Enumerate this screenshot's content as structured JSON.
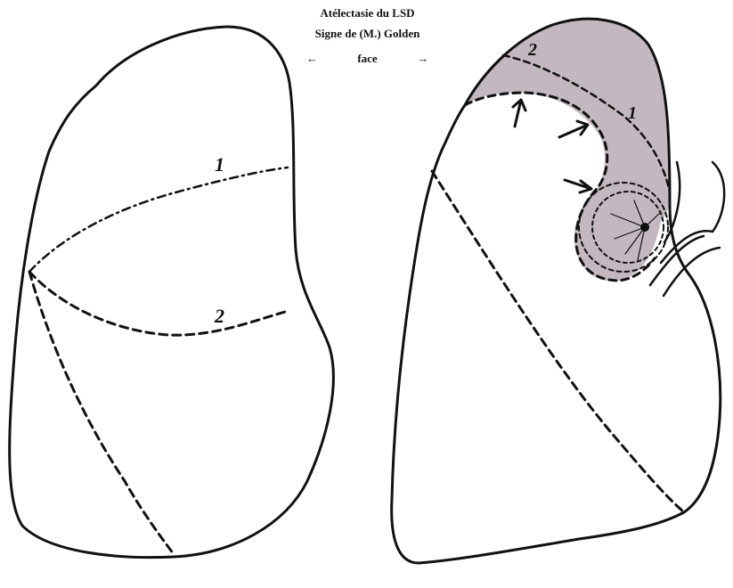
{
  "caption": {
    "line1": "Atélectasie du LSD",
    "line2": "Signe de (M.) Golden",
    "arrow_left": "←",
    "view": "face",
    "arrow_right": "→"
  },
  "left_lung": {
    "fissure_1_label": "1",
    "fissure_2_label": "2"
  },
  "right_lung": {
    "fissure_1_label": "1",
    "fissure_2_label": "2"
  },
  "colors": {
    "ink": "#111111",
    "collapsed_lobe_fill": "#c4b8c0"
  }
}
